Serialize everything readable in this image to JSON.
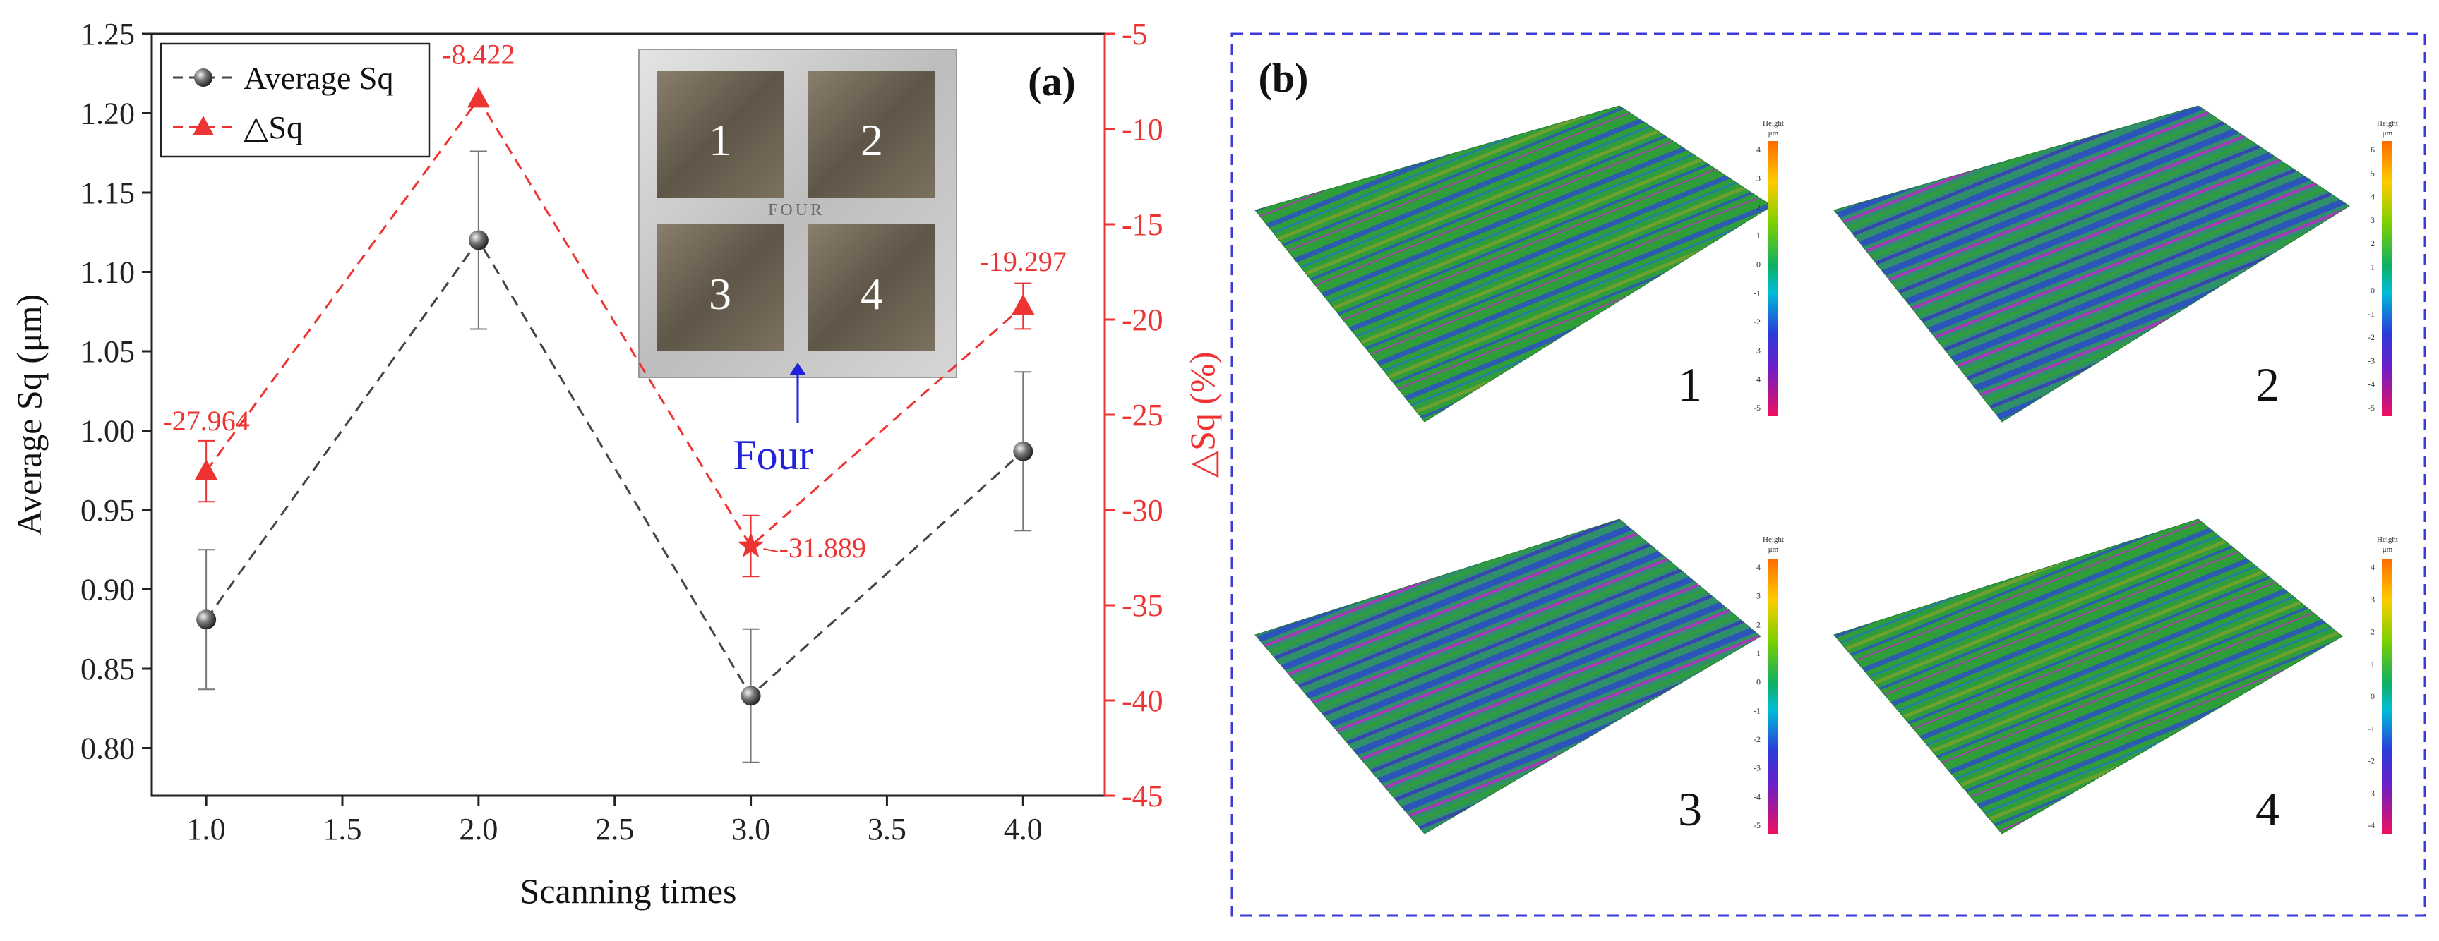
{
  "chart_data": {
    "type": "line",
    "panel_label": "(a)",
    "xlabel": "Scanning times",
    "ylabel_left": "Average Sq (μm)",
    "ylabel_right": "△Sq (%)",
    "xlim": [
      0.8,
      4.3
    ],
    "ylim_left": [
      0.77,
      1.25
    ],
    "ylim_right": [
      -45,
      -5
    ],
    "x_ticks": [
      1.0,
      1.5,
      2.0,
      2.5,
      3.0,
      3.5,
      4.0
    ],
    "x_tick_labels": [
      "1.0",
      "1.5",
      "2.0",
      "2.5",
      "3.0",
      "3.5",
      "4.0"
    ],
    "y_left_ticks": [
      0.8,
      0.85,
      0.9,
      0.95,
      1.0,
      1.05,
      1.1,
      1.15,
      1.2,
      1.25
    ],
    "y_left_tick_labels": [
      "0.80",
      "0.85",
      "0.90",
      "0.95",
      "1.00",
      "1.05",
      "1.10",
      "1.15",
      "1.20",
      "1.25"
    ],
    "y_right_ticks": [
      -45,
      -40,
      -35,
      -30,
      -25,
      -20,
      -15,
      -10,
      -5
    ],
    "y_right_tick_labels": [
      "-45",
      "-40",
      "-35",
      "-30",
      "-25",
      "-20",
      "-15",
      "-10",
      "-5"
    ],
    "grid": false,
    "legend_position": "top-left",
    "series": [
      {
        "name": "Average Sq",
        "axis": "left",
        "color": "#444444",
        "marker": "sphere",
        "x": [
          1.0,
          2.0,
          3.0,
          4.0
        ],
        "y": [
          0.881,
          1.12,
          0.833,
          0.987
        ],
        "yerr": [
          0.044,
          0.056,
          0.042,
          0.05
        ]
      },
      {
        "name": "△Sq",
        "axis": "right",
        "color": "#ee3333",
        "marker": "triangle",
        "x": [
          1.0,
          2.0,
          3.0,
          4.0
        ],
        "y": [
          -27.964,
          -8.422,
          -31.889,
          -19.297
        ],
        "yerr": [
          1.6,
          0,
          1.6,
          1.2
        ],
        "data_labels": [
          "-27.964",
          "-8.422",
          "-31.889",
          "-19.297"
        ]
      }
    ]
  },
  "inset": {
    "cells": [
      "1",
      "2",
      "3",
      "4"
    ],
    "plate_text": "FOUR",
    "annotation": "Four"
  },
  "panel_b": {
    "label": "(b)",
    "maps": [
      {
        "number": "1",
        "colorbar_title": "Height",
        "colorbar_unit": "μm",
        "ticks": [
          "4",
          "3",
          "2",
          "1",
          "0",
          "-1",
          "-2",
          "-3",
          "-4",
          "-5"
        ]
      },
      {
        "number": "2",
        "colorbar_title": "Height",
        "colorbar_unit": "μm",
        "ticks": [
          "6",
          "5",
          "4",
          "3",
          "2",
          "1",
          "0",
          "-1",
          "-2",
          "-3",
          "-4",
          "-5"
        ]
      },
      {
        "number": "3",
        "colorbar_title": "Height",
        "colorbar_unit": "μm",
        "ticks": [
          "4",
          "3",
          "2",
          "1",
          "0",
          "-1",
          "-2",
          "-3",
          "-4",
          "-5"
        ]
      },
      {
        "number": "4",
        "colorbar_title": "Height",
        "colorbar_unit": "μm",
        "ticks": [
          "4",
          "3",
          "2",
          "1",
          "0",
          "-1",
          "-2",
          "-3",
          "-4"
        ]
      }
    ]
  },
  "colors": {
    "left_axis": "#222222",
    "right_axis": "#ee3333",
    "dashed_border": "#3b3bdd",
    "annotation": "#2222dd",
    "surface_base": "#2f9e3a",
    "surface_blue": "#2b4fc4",
    "surface_magenta": "#c227c9"
  }
}
